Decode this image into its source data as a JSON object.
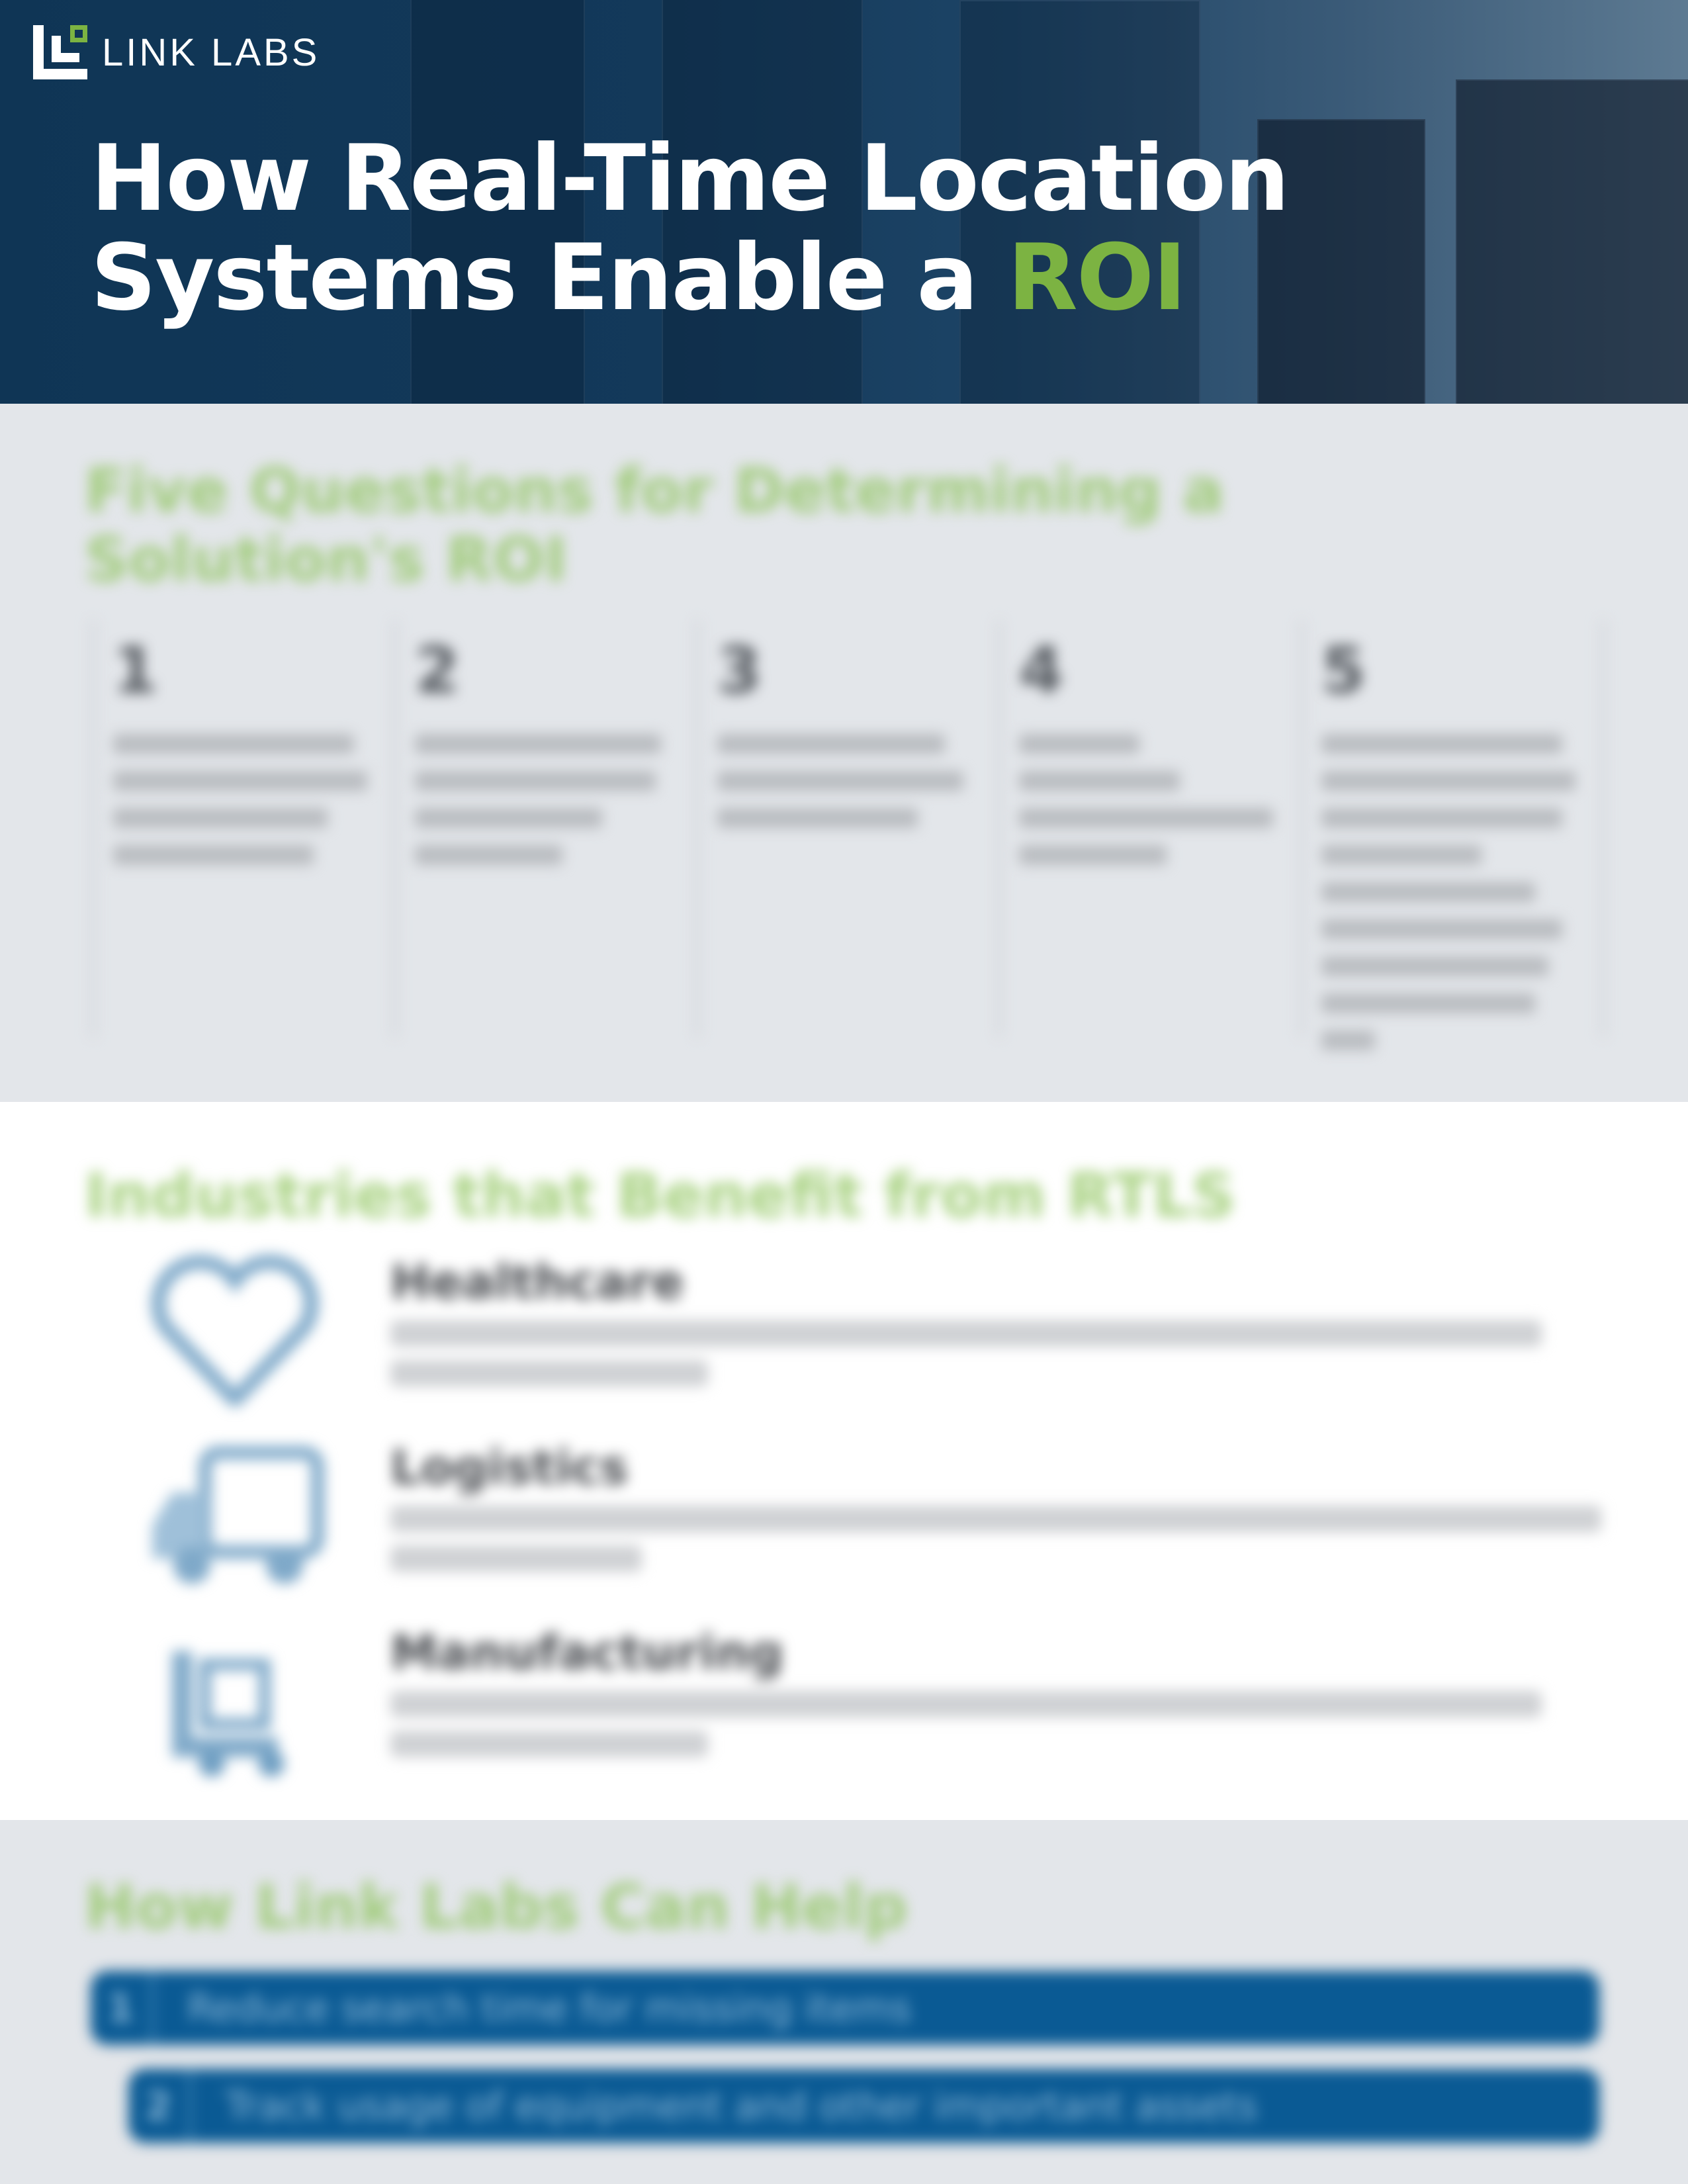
{
  "brand": {
    "logo_text": "LINK LABS",
    "accent": "#7cb342",
    "primary": "#0a5a94"
  },
  "header": {
    "title_line1": "How Real-Time Location",
    "title_line2_prefix": "Systems Enable a",
    "title_accent": "ROI"
  },
  "questions": {
    "heading_line1": "Five Questions for Determining a",
    "heading_line2": "Solution's ROI",
    "items": [
      {
        "number": "1"
      },
      {
        "number": "2"
      },
      {
        "number": "3"
      },
      {
        "number": "4"
      },
      {
        "number": "5"
      }
    ]
  },
  "industries": {
    "heading": "Industries that Benefit from RTLS",
    "items": [
      {
        "title": "Healthcare",
        "icon": "heart-icon"
      },
      {
        "title": "Logistics",
        "icon": "truck-icon"
      },
      {
        "title": "Manufacturing",
        "icon": "forklift-icon"
      }
    ]
  },
  "help": {
    "heading": "How Link Labs Can Help",
    "items": [
      {
        "number": "1",
        "label": "Reduce search time for missing items"
      },
      {
        "number": "2",
        "label": "Track usage of equipment and other important assets"
      }
    ]
  }
}
